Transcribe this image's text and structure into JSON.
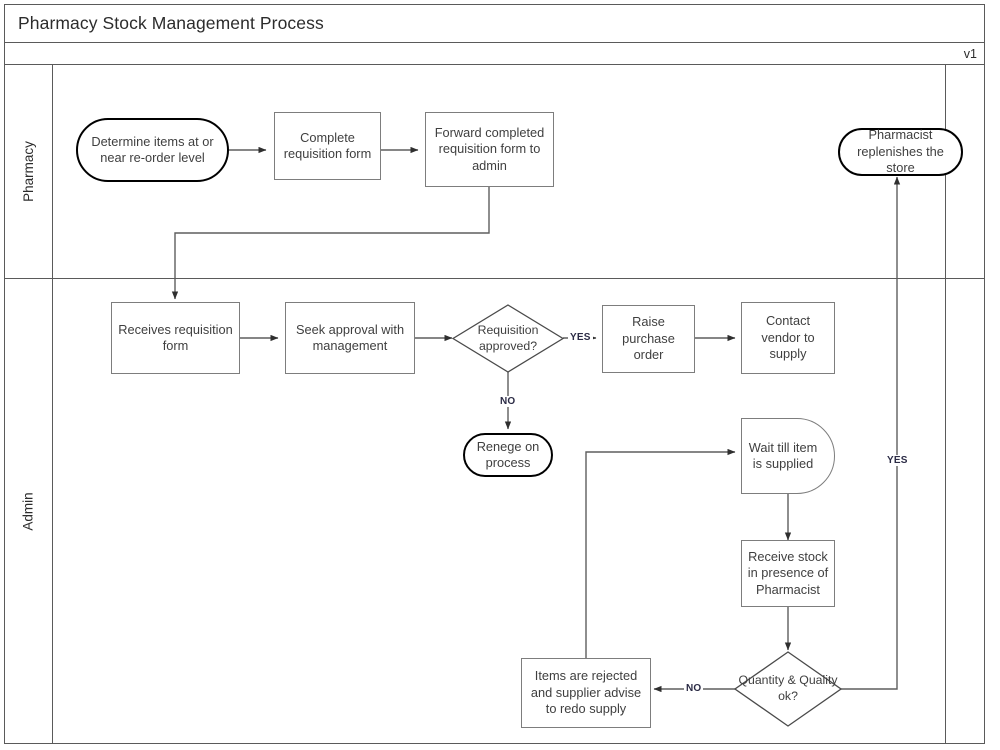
{
  "header": {
    "title": "Pharmacy Stock Management Process",
    "version": "v1"
  },
  "lanes": [
    {
      "id": "pharmacy",
      "label": "Pharmacy"
    },
    {
      "id": "admin",
      "label": "Admin"
    }
  ],
  "nodes": {
    "determine_items": {
      "label": "Determine items at or near re-order level",
      "shape": "terminal",
      "lane": "pharmacy"
    },
    "complete_requisition": {
      "label": "Complete requisition form",
      "shape": "process",
      "lane": "pharmacy"
    },
    "forward_requisition": {
      "label": "Forward completed requisition form to admin",
      "shape": "process",
      "lane": "pharmacy"
    },
    "pharmacist_replenishes": {
      "label": "Pharmacist replenishes the store",
      "shape": "terminal",
      "lane": "pharmacy"
    },
    "receives_requisition": {
      "label": "Receives requisition form",
      "shape": "process",
      "lane": "admin"
    },
    "seek_approval": {
      "label": "Seek approval with management",
      "shape": "process",
      "lane": "admin"
    },
    "requisition_approved": {
      "label": "Requisition approved?",
      "shape": "decision",
      "lane": "admin"
    },
    "raise_purchase_order": {
      "label": "Raise purchase order",
      "shape": "process",
      "lane": "admin"
    },
    "contact_vendor": {
      "label": "Contact vendor to supply",
      "shape": "process",
      "lane": "admin"
    },
    "renege_on_process": {
      "label": "Renege on process",
      "shape": "terminal",
      "lane": "admin"
    },
    "wait_till_supplied": {
      "label": "Wait till item is supplied",
      "shape": "delay",
      "lane": "admin"
    },
    "receive_stock": {
      "label": "Receive stock in presence of Pharmacist",
      "shape": "process",
      "lane": "admin"
    },
    "quantity_quality": {
      "label": "Quantity & Quality ok?",
      "shape": "decision",
      "lane": "admin"
    },
    "items_rejected": {
      "label": "Items are rejected and supplier advise to redo supply",
      "shape": "process",
      "lane": "admin"
    }
  },
  "edge_labels": {
    "approved_yes": "YES",
    "approved_no": "NO",
    "quality_no": "NO",
    "quality_yes": "YES"
  },
  "colors": {
    "frame": "#5a5a5a",
    "process_border": "#7d7d7d",
    "terminal_border": "#000000",
    "connector": "#5e5e5e",
    "text": "#3f3f3f",
    "background": "#ffffff"
  }
}
